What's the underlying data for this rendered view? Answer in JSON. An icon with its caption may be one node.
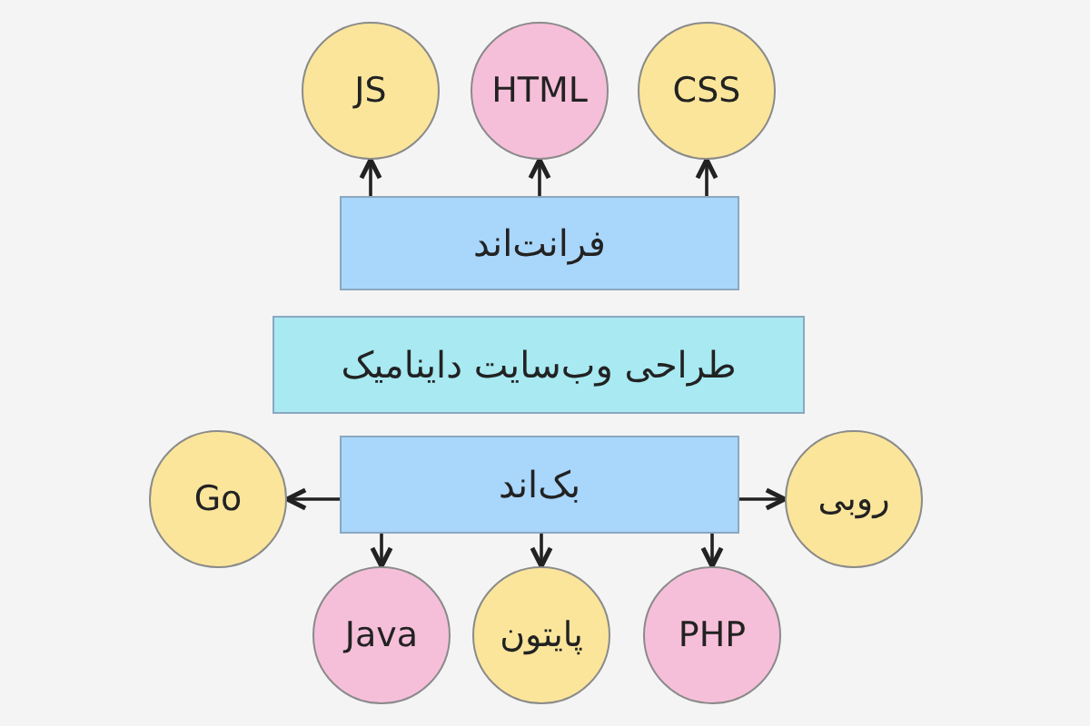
{
  "diagram": {
    "nodes": [
      {
        "text": [
          "JS"
        ]
      },
      {
        "text": [
          "HTML"
        ]
      },
      {
        "text": [
          "CSS"
        ]
      },
      {
        "text": [
          "فرانت‌اند"
        ]
      },
      {
        "text": [
          "طراحی وب‌سایت داینامیک"
        ]
      },
      {
        "text": [
          "بک‌اند"
        ]
      },
      {
        "text": [
          "Go"
        ]
      },
      {
        "text": [
          "روبی"
        ]
      },
      {
        "text": [
          "Java"
        ]
      },
      {
        "text": [
          "پایتون"
        ]
      },
      {
        "text": [
          "PHP"
        ]
      }
    ],
    "edges": [
      {
        "from": 3,
        "to": 0,
        "arrow": "to"
      },
      {
        "from": 3,
        "to": 1,
        "arrow": "to"
      },
      {
        "from": 3,
        "to": 2,
        "arrow": "to"
      },
      {
        "from": 5,
        "to": 6,
        "arrow": "to"
      },
      {
        "from": 5,
        "to": 7,
        "arrow": "to"
      },
      {
        "from": 5,
        "to": 8,
        "arrow": "to"
      },
      {
        "from": 5,
        "to": 9,
        "arrow": "to"
      },
      {
        "from": 5,
        "to": 10,
        "arrow": "to"
      }
    ]
  }
}
